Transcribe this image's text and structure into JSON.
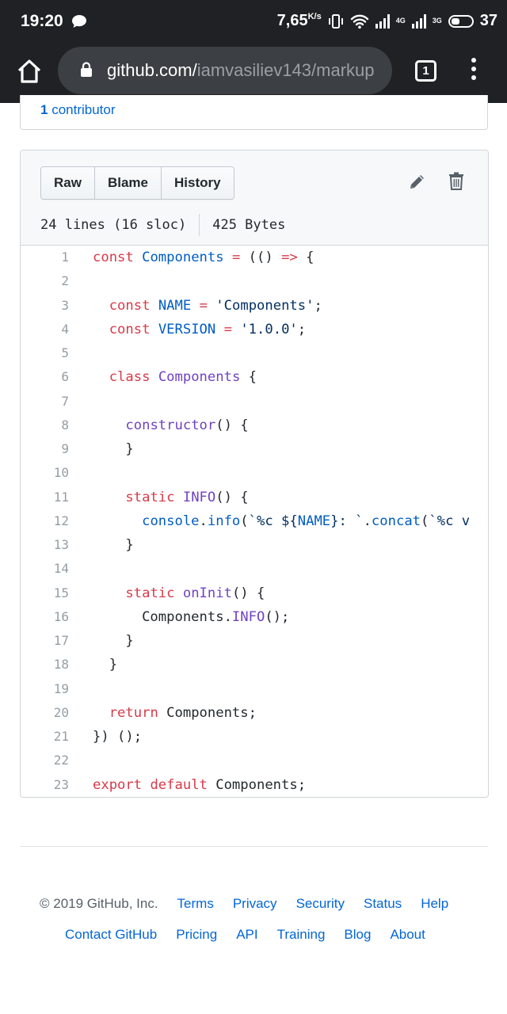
{
  "status_bar": {
    "time": "19:20",
    "speed": "7,65",
    "speed_unit": "K/s",
    "net1": "4G",
    "net2": "3G",
    "battery": "37"
  },
  "browser": {
    "url_host": "github.com/",
    "url_path": "iamvasiliev143/markup",
    "tab_count": "1"
  },
  "contributors": {
    "count": "1",
    "label": "contributor"
  },
  "file_header": {
    "buttons": [
      "Raw",
      "Blame",
      "History"
    ],
    "lines_info": "24 lines (16 sloc)",
    "size_info": "425 Bytes"
  },
  "code_lines": [
    [
      {
        "t": "const",
        "c": "k"
      },
      {
        "t": " "
      },
      {
        "t": "Components",
        "c": "c1"
      },
      {
        "t": " "
      },
      {
        "t": "=",
        "c": "k"
      },
      {
        "t": " (() "
      },
      {
        "t": "=>",
        "c": "k"
      },
      {
        "t": " {"
      }
    ],
    [],
    [
      {
        "t": "  "
      },
      {
        "t": "const",
        "c": "k"
      },
      {
        "t": " "
      },
      {
        "t": "NAME",
        "c": "c1"
      },
      {
        "t": " "
      },
      {
        "t": "=",
        "c": "k"
      },
      {
        "t": " "
      },
      {
        "t": "'Components'",
        "c": "s"
      },
      {
        "t": ";"
      }
    ],
    [
      {
        "t": "  "
      },
      {
        "t": "const",
        "c": "k"
      },
      {
        "t": " "
      },
      {
        "t": "VERSION",
        "c": "c1"
      },
      {
        "t": " "
      },
      {
        "t": "=",
        "c": "k"
      },
      {
        "t": " "
      },
      {
        "t": "'1.0.0'",
        "c": "s"
      },
      {
        "t": ";"
      }
    ],
    [],
    [
      {
        "t": "  "
      },
      {
        "t": "class",
        "c": "k"
      },
      {
        "t": " "
      },
      {
        "t": "Components",
        "c": "f"
      },
      {
        "t": " {"
      }
    ],
    [],
    [
      {
        "t": "    "
      },
      {
        "t": "constructor",
        "c": "f"
      },
      {
        "t": "() {"
      }
    ],
    [
      {
        "t": "    }"
      }
    ],
    [],
    [
      {
        "t": "    "
      },
      {
        "t": "static",
        "c": "k"
      },
      {
        "t": " "
      },
      {
        "t": "INFO",
        "c": "f"
      },
      {
        "t": "() {"
      }
    ],
    [
      {
        "t": "      "
      },
      {
        "t": "console",
        "c": "c1"
      },
      {
        "t": "."
      },
      {
        "t": "info",
        "c": "c1"
      },
      {
        "t": "("
      },
      {
        "t": "`%c ${",
        "c": "s"
      },
      {
        "t": "NAME",
        "c": "c1"
      },
      {
        "t": "}: `",
        "c": "s"
      },
      {
        "t": "."
      },
      {
        "t": "concat",
        "c": "c1"
      },
      {
        "t": "("
      },
      {
        "t": "`%c v",
        "c": "s"
      }
    ],
    [
      {
        "t": "    }"
      }
    ],
    [],
    [
      {
        "t": "    "
      },
      {
        "t": "static",
        "c": "k"
      },
      {
        "t": " "
      },
      {
        "t": "onInit",
        "c": "f"
      },
      {
        "t": "() {"
      }
    ],
    [
      {
        "t": "      Components."
      },
      {
        "t": "INFO",
        "c": "f"
      },
      {
        "t": "();"
      }
    ],
    [
      {
        "t": "    }"
      }
    ],
    [
      {
        "t": "  }"
      }
    ],
    [],
    [
      {
        "t": "  "
      },
      {
        "t": "return",
        "c": "k"
      },
      {
        "t": " Components;"
      }
    ],
    [
      {
        "t": "}) ();"
      }
    ],
    [],
    [
      {
        "t": "export",
        "c": "k"
      },
      {
        "t": " "
      },
      {
        "t": "default",
        "c": "k"
      },
      {
        "t": " Components;"
      }
    ]
  ],
  "footer": {
    "copyright": "© 2019 GitHub, Inc.",
    "row1_links": [
      "Terms",
      "Privacy",
      "Security",
      "Status",
      "Help"
    ],
    "row2_links": [
      "Contact GitHub",
      "Pricing",
      "API",
      "Training",
      "Blog",
      "About"
    ]
  },
  "colors": {
    "link": "#0366d6",
    "keyword": "#d73a49",
    "constant": "#005cc5",
    "function": "#6f42c1",
    "string": "#032f62",
    "toolbar": "#202124"
  }
}
